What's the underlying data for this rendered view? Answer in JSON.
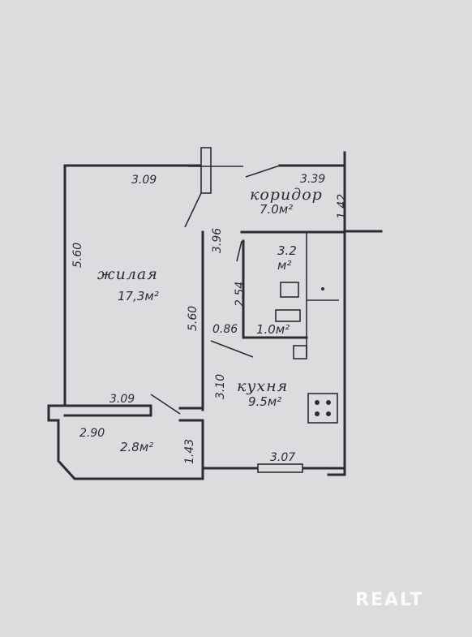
{
  "rooms": {
    "living_name": "жилая",
    "living_area": "17,3м²",
    "corridor_name": "коридор",
    "corridor_area": "7.0м²",
    "bathroom_area": "3.2",
    "bathroom_unit": "м²",
    "wc_area": "1.0м²",
    "kitchen_name": "кухня",
    "kitchen_area": "9.5м²",
    "loggia_area": "2.8м²"
  },
  "dimensions": {
    "living_top": "3.09",
    "living_left": "5.60",
    "living_right": "5.60",
    "living_bottom": "3.09",
    "corridor_top": "3.39",
    "corridor_right": "1.42",
    "corridor_left": "3.96",
    "bath_side": "2.54",
    "wc_width": "0.86",
    "kitchen_left": "3.10",
    "kitchen_bottom": "3.07",
    "loggia_width": "2.90",
    "loggia_depth": "1.43"
  },
  "watermark": "REALT"
}
